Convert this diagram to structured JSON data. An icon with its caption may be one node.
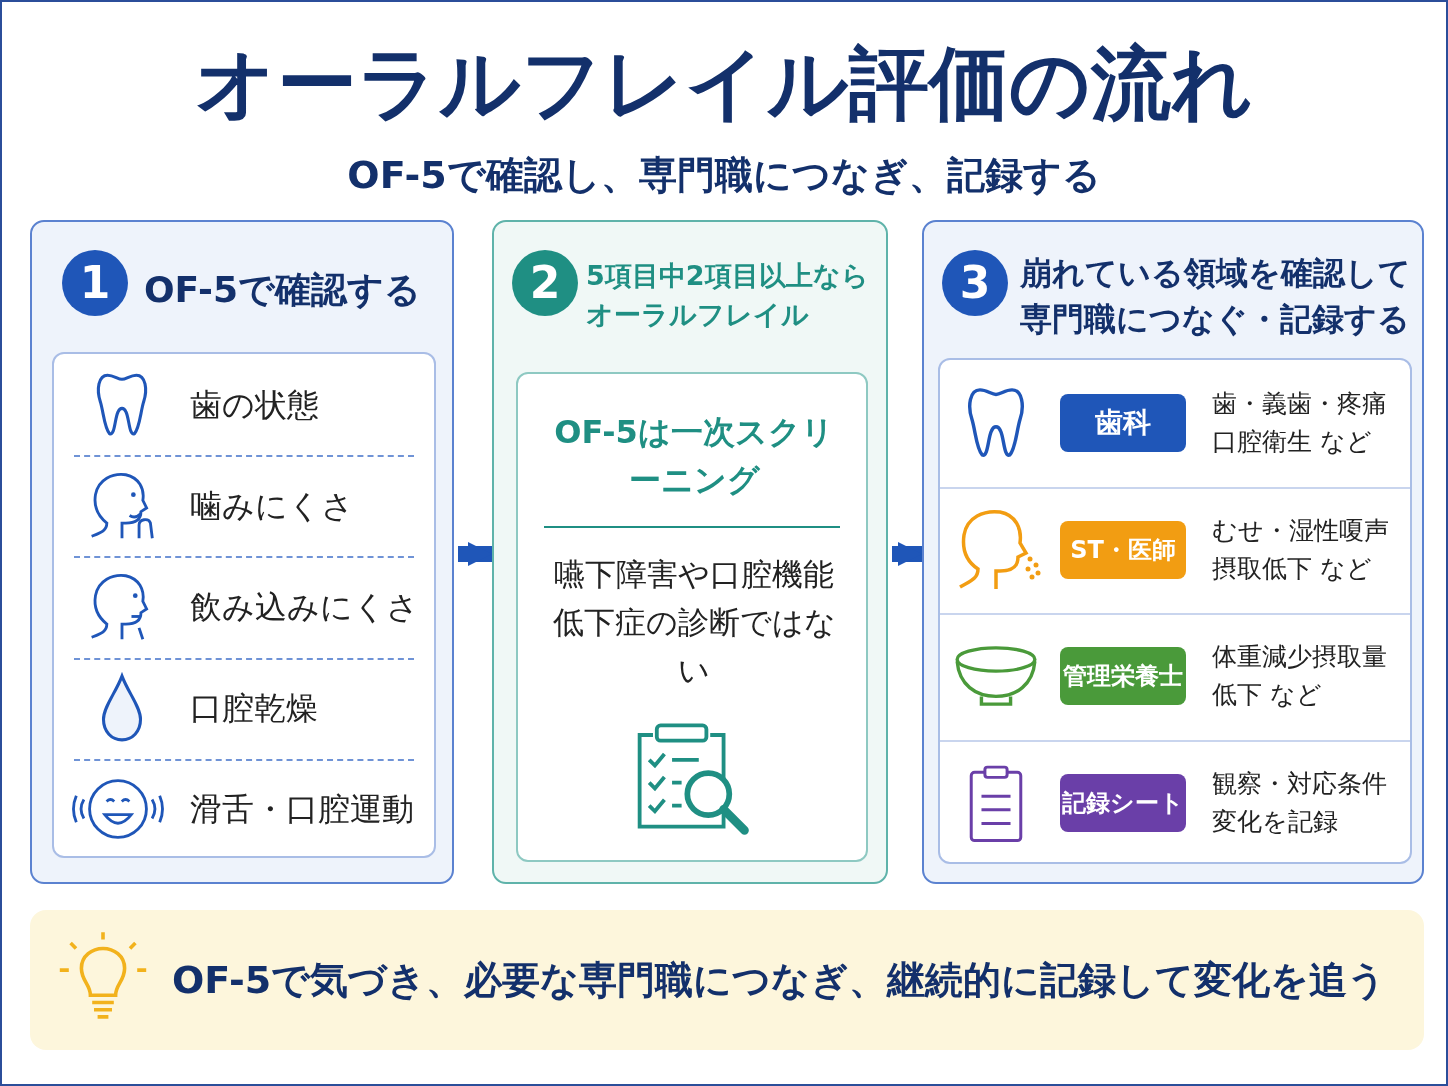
{
  "diagram": {
    "title": "オーラルフレイル評価の流れ",
    "nodes": [
      {
        "text": [
          "OF-5で確認する"
        ]
      },
      {
        "text": [
          "1"
        ],
        "in": 0
      },
      {
        "text": [],
        "shape": "box",
        "in": 0
      },
      {
        "text": [
          "歯の状態"
        ],
        "in": 2
      },
      {
        "text": [
          "噛みにくさ"
        ],
        "in": 2
      },
      {
        "text": [
          "飲み込みにくさ"
        ],
        "in": 2
      },
      {
        "text": [
          "口腔乾燥"
        ],
        "in": 2
      },
      {
        "text": [
          "滑舌・口腔運動"
        ],
        "in": 2
      },
      {
        "text": [
          "5項目中2項目以上ならオーラルフレイル"
        ]
      },
      {
        "text": [
          "2"
        ],
        "in": 8
      },
      {
        "text": [
          "OF-5は一次スクリーニング",
          "嚥下障害や口腔機能低下症の診断ではない"
        ],
        "in": 8
      },
      {
        "text": [
          "崩れている領域を確認して専門職につなぐ・記録する"
        ]
      },
      {
        "text": [
          "3"
        ],
        "in": 11
      },
      {
        "text": [],
        "shape": "box",
        "in": 11
      },
      {
        "text": [
          "歯科"
        ],
        "in": 13,
        "beside": [
          "歯・義歯・疼痛口腔衛生 など"
        ]
      },
      {
        "text": [
          "ST・医師"
        ],
        "in": 13,
        "beside": [
          "むせ・湿性嗄声摂取低下 など"
        ]
      },
      {
        "text": [
          "管理栄養士"
        ],
        "in": 13,
        "beside": [
          "体重減少摂取量低下 など"
        ]
      },
      {
        "text": [
          "記録シート"
        ],
        "in": 13,
        "beside": [
          "観察・対応条件変化を記録"
        ]
      },
      {
        "text": [
          "OF-5で気づき、必要な専門職につなぎ、継続的に記録して変化を追う"
        ]
      }
    ],
    "edges": [
      {
        "from": 0,
        "to": 8,
        "arrow": "to"
      },
      {
        "from": 8,
        "to": 11,
        "arrow": "to"
      }
    ],
    "labels": [
      "OF-5で確認し、専門職につなぎ、記録する"
    ]
  }
}
